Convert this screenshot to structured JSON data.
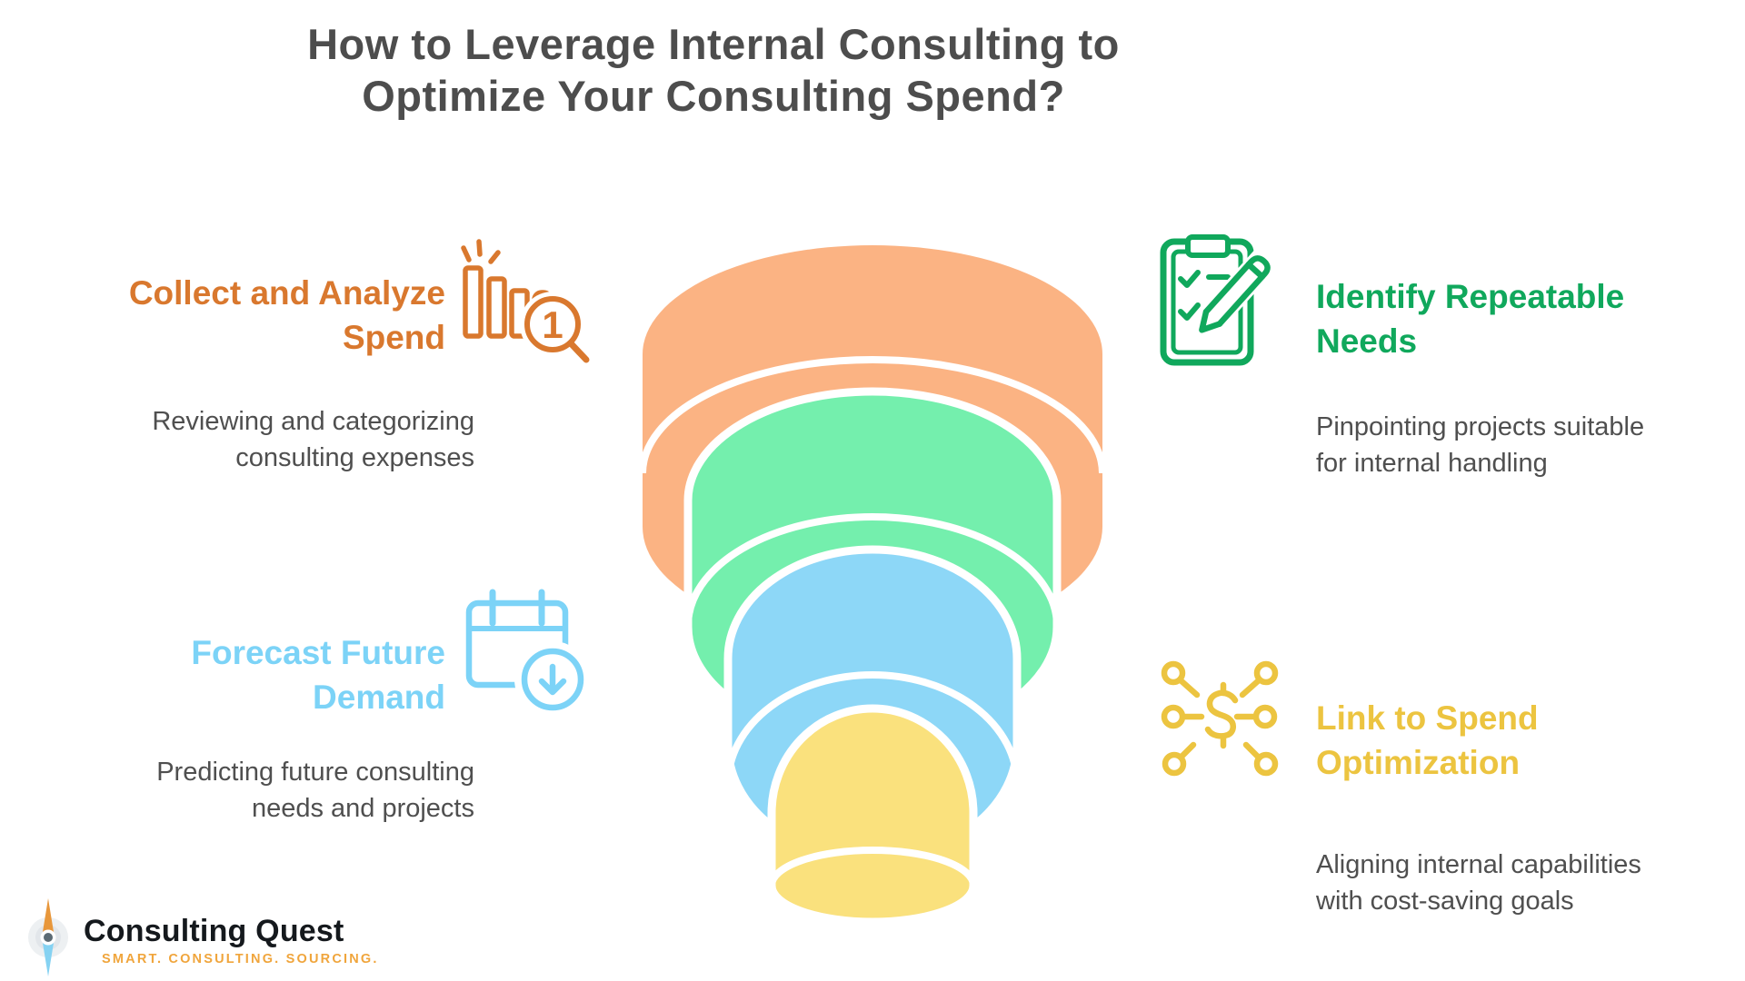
{
  "title": {
    "line1": "How to Leverage Internal Consulting to",
    "line2": "Optimize Your Consulting Spend?"
  },
  "steps": {
    "collect": {
      "title_line1": "Collect and Analyze",
      "title_line2": "Spend",
      "desc_line1": "Reviewing and categorizing",
      "desc_line2": "consulting expenses",
      "accent": "#d9782e",
      "badge": "1"
    },
    "identify": {
      "title_line1": "Identify Repeatable",
      "title_line2": "Needs",
      "desc_line1": "Pinpointing projects suitable",
      "desc_line2": "for internal handling",
      "accent": "#10a85c"
    },
    "forecast": {
      "title_line1": "Forecast Future",
      "title_line2": "Demand",
      "desc_line1": "Predicting future consulting",
      "desc_line2": "needs and projects",
      "accent": "#7cd3f7"
    },
    "link": {
      "title_line1": "Link to Spend",
      "title_line2": "Optimization",
      "desc_line1": "Aligning internal capabilities",
      "desc_line2": "with cost-saving goals",
      "accent": "#ecc440"
    }
  },
  "funnel": {
    "layers": [
      {
        "name": "collect-and-analyze-spend",
        "color": "#fbb383"
      },
      {
        "name": "identify-repeatable-needs",
        "color": "#74efad"
      },
      {
        "name": "forecast-future-demand",
        "color": "#8dd7f7"
      },
      {
        "name": "link-to-spend-optimization",
        "color": "#fae17d"
      }
    ],
    "separator_color": "#ffffff"
  },
  "logo": {
    "name": "Consulting Quest",
    "tagline": "SMART. CONSULTING. SOURCING."
  }
}
